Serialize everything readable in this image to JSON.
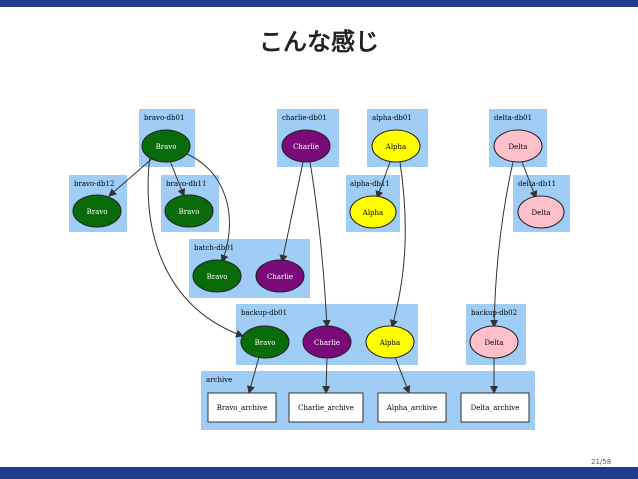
{
  "slide": {
    "title": "こんな感じ",
    "page_number": "21/58"
  },
  "colors": {
    "top_bar": "#1f3b8f",
    "bottom_bar": "#1f3b8f",
    "cluster_fill": "#9fcdf5",
    "bravo": "#0a6b0a",
    "charlie": "#7a0a7a",
    "alpha": "#ffff00",
    "delta": "#ffc0cb",
    "archive_box": "#ffffff"
  },
  "clusters": {
    "bravo_db01": "bravo-db01",
    "charlie_db01": "charlie-db01",
    "alpha_db01": "alpha-db01",
    "delta_db01": "delta-db01",
    "bravo_db12": "bravo-db12",
    "bravo_db11": "bravo-db11",
    "alpha_db11": "alpha-db11",
    "delta_db11": "delta-db11",
    "batch_db01": "batch-db01",
    "backup_db01": "backup-db01",
    "backup_db02": "backup-db02",
    "archive": "archive"
  },
  "nodes": {
    "bravo": "Bravo",
    "charlie": "Charlie",
    "alpha": "Alpha",
    "delta": "Delta",
    "bravo_archive": "Bravo_archive",
    "charlie_archive": "Charlie_archive",
    "alpha_archive": "Alpha_archive",
    "delta_archive": "Delta_archive"
  }
}
